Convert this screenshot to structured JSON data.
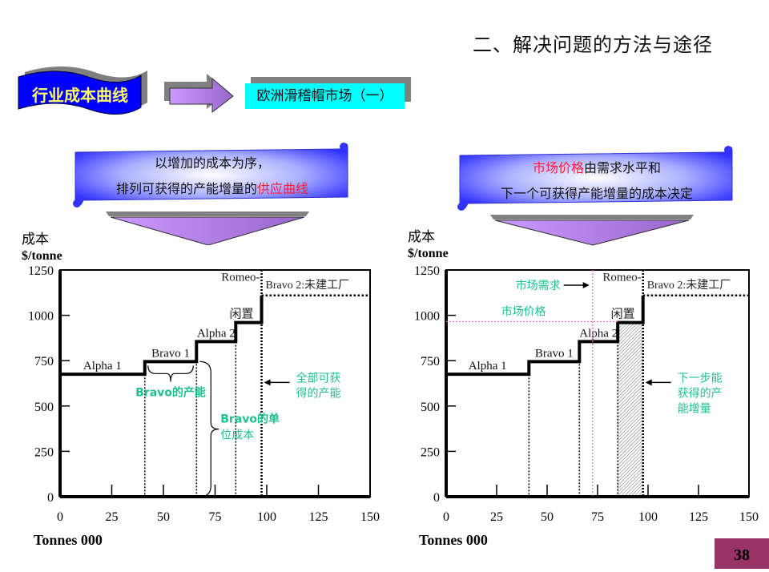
{
  "page": {
    "title": "二、解决问题的方法与途径",
    "page_number": "38"
  },
  "nav": {
    "section_label": "行业成本曲线",
    "subsection_label": "欧洲滑稽帽市场（一）"
  },
  "callouts": {
    "left": {
      "line1": "以增加的成本为序，",
      "line2_prefix": "排列可获得的产能增量的",
      "line2_highlight": "供应曲线"
    },
    "right": {
      "line1_highlight": "市场价格",
      "line1_suffix": "由需求水平和",
      "line2": "下一个可获得产能增量的成本决定"
    }
  },
  "colors": {
    "accent_green": "#1fbf8f",
    "highlight_red": "#ff1a3a",
    "market_pink": "#ff66cc",
    "banner_blue": "#0000ff",
    "banner_text": "#ffff66",
    "cyan": "#00ffff",
    "page_badge": "#993366"
  },
  "chart_data": [
    {
      "type": "line",
      "subtype": "step",
      "title": "",
      "ylabel_cn": "成本",
      "ylabel": "$/tonne",
      "xlabel": "Tonnes 000",
      "xlim": [
        0,
        150
      ],
      "ylim": [
        0,
        1250
      ],
      "xticks": [
        "0",
        "25",
        "50",
        "75",
        "100",
        "125",
        "150"
      ],
      "yticks": [
        "0",
        "250",
        "500",
        "750",
        "1000",
        "1250"
      ],
      "grid": false,
      "steps": [
        {
          "name": "Alpha 1",
          "x_start": 0,
          "x_end": 41,
          "cost": 675
        },
        {
          "name": "Bravo 1",
          "x_start": 41,
          "x_end": 66,
          "cost": 745
        },
        {
          "name": "Alpha 2",
          "x_start": 66,
          "x_end": 85,
          "cost": 855
        },
        {
          "name": "Romeo-闲置",
          "name_line1": "Romeo-",
          "name_line2": "闲置",
          "x_start": 85,
          "x_end": 97.5,
          "cost": 960
        },
        {
          "name": "Bravo 2:未建工厂",
          "x_start": 97.5,
          "x_end": 150,
          "cost": 1110,
          "dotted": true
        }
      ],
      "dotted_verticals": [
        41,
        66,
        85,
        97.5
      ],
      "annotations": [
        {
          "text": "Bravo的产能",
          "note": "brace over Bravo 1 capacity (41–66)"
        },
        {
          "text_line1": "Bravo的单",
          "text_line2": "位成本",
          "note": "brace over Bravo 1 cost (0–745)"
        },
        {
          "text_line1": "全部可获",
          "text_line2": "得的产能",
          "note": "arrow pointing to total capacity at 97.5"
        }
      ]
    },
    {
      "type": "line",
      "subtype": "step",
      "title": "",
      "ylabel_cn": "成本",
      "ylabel": "$/tonne",
      "xlabel": "Tonnes 000",
      "xlim": [
        0,
        150
      ],
      "ylim": [
        0,
        1250
      ],
      "xticks": [
        "0",
        "25",
        "50",
        "75",
        "100",
        "125",
        "150"
      ],
      "yticks": [
        "0",
        "250",
        "500",
        "750",
        "1000",
        "1250"
      ],
      "grid": false,
      "steps": [
        {
          "name": "Alpha 1",
          "x_start": 0,
          "x_end": 41,
          "cost": 675
        },
        {
          "name": "Bravo 1",
          "x_start": 41,
          "x_end": 66,
          "cost": 745
        },
        {
          "name": "Alpha 2",
          "x_start": 66,
          "x_end": 85,
          "cost": 855
        },
        {
          "name": "Romeo-闲置",
          "name_line1": "Romeo-",
          "name_line2": "闲置",
          "x_start": 85,
          "x_end": 97.5,
          "cost": 960
        },
        {
          "name": "Bravo 2:未建工厂",
          "x_start": 97.5,
          "x_end": 150,
          "cost": 1110,
          "dotted": true
        }
      ],
      "dotted_verticals": [
        41,
        66,
        85,
        97.5
      ],
      "market_demand_x": 72.5,
      "market_price_y": 965,
      "hatched_region": {
        "x_start": 85,
        "x_end": 97.5,
        "y_top": 960
      },
      "annotations": [
        {
          "text": "市场需求",
          "note": "arrow pointing to demand line"
        },
        {
          "text": "市场价格",
          "note": "label above price line"
        },
        {
          "text_line1": "下一步能",
          "text_line2": "获得的产",
          "text_line3": "能增量",
          "note": "arrow pointing to hatched increment"
        }
      ]
    }
  ]
}
